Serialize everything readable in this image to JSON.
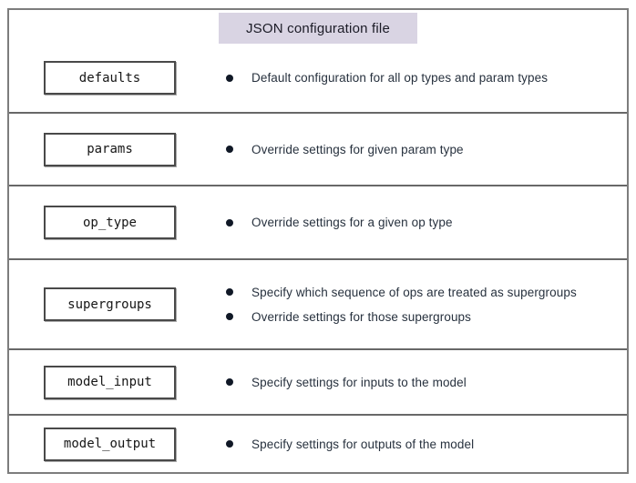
{
  "title": "JSON configuration file",
  "colors": {
    "title_background": "#d9d4e3",
    "frame_border": "#7d7d7d",
    "separator": "#686868",
    "label_box_border": "#494949",
    "bullet": "#101826",
    "description_text": "#27313e"
  },
  "rows": [
    {
      "label": "defaults",
      "bullets": [
        "Default configuration for all op types and param types"
      ]
    },
    {
      "label": "params",
      "bullets": [
        "Override settings for given param type"
      ]
    },
    {
      "label": "op_type",
      "bullets": [
        "Override settings for a given op type"
      ]
    },
    {
      "label": "supergroups",
      "bullets": [
        "Specify which sequence of ops are treated as supergroups",
        "Override settings for those supergroups"
      ]
    },
    {
      "label": "model_input",
      "bullets": [
        "Specify settings for inputs to the model"
      ]
    },
    {
      "label": "model_output",
      "bullets": [
        "Specify settings for outputs of the model"
      ]
    }
  ]
}
